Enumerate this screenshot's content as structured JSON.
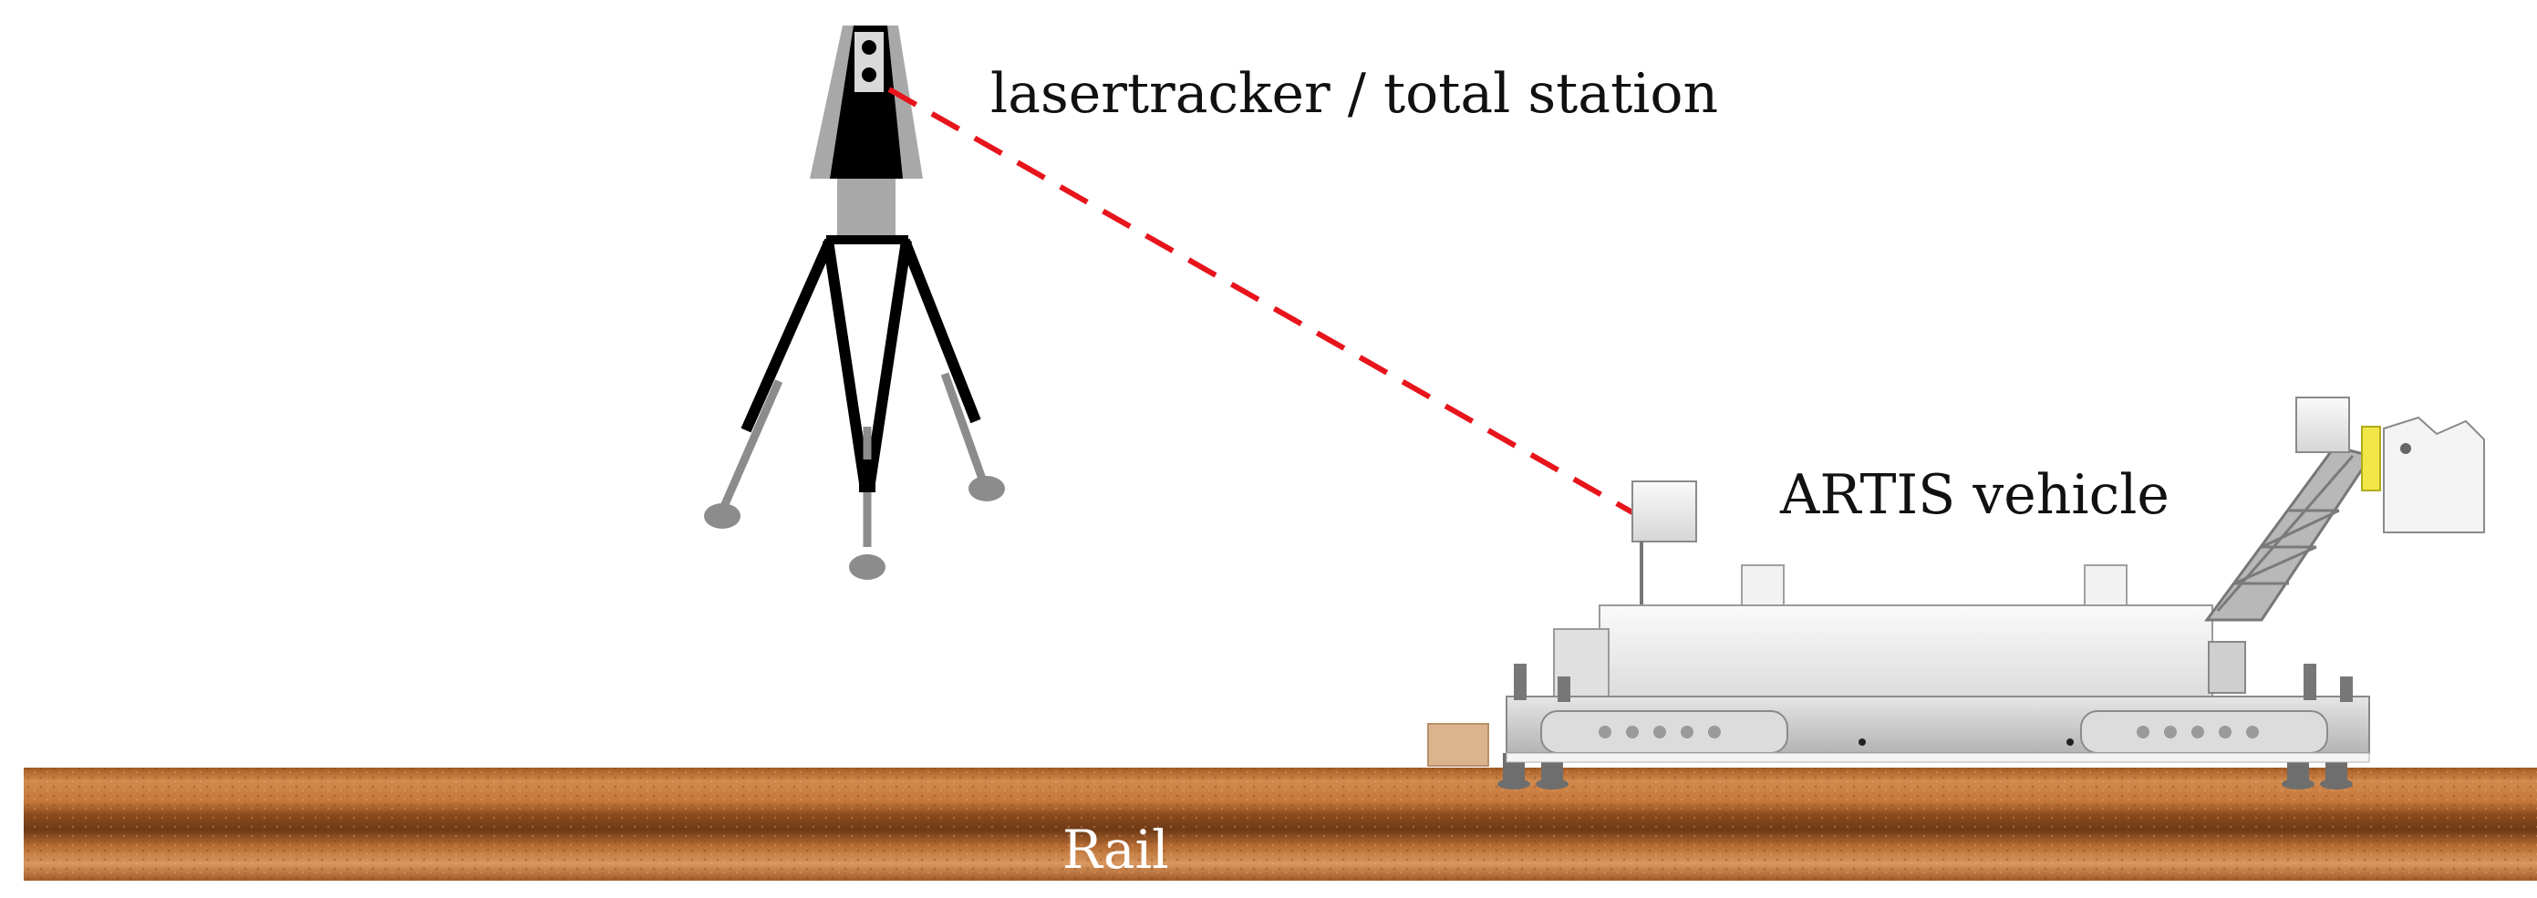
{
  "labels": {
    "tracker": "lasertracker / total station",
    "vehicle": "ARTIS vehicle",
    "rail": "Rail"
  },
  "colors": {
    "laser_beam": "#e8141c",
    "rail_dark": "#8a4a1c",
    "rail_mid": "#c4773a",
    "rail_light": "#e0a06a",
    "tracker_body": "#000000",
    "tracker_grey": "#a8a8a8",
    "tripod_foot": "#8c8c8c",
    "vehicle_body": "#ececec",
    "vehicle_edge": "#9a9a9a"
  }
}
